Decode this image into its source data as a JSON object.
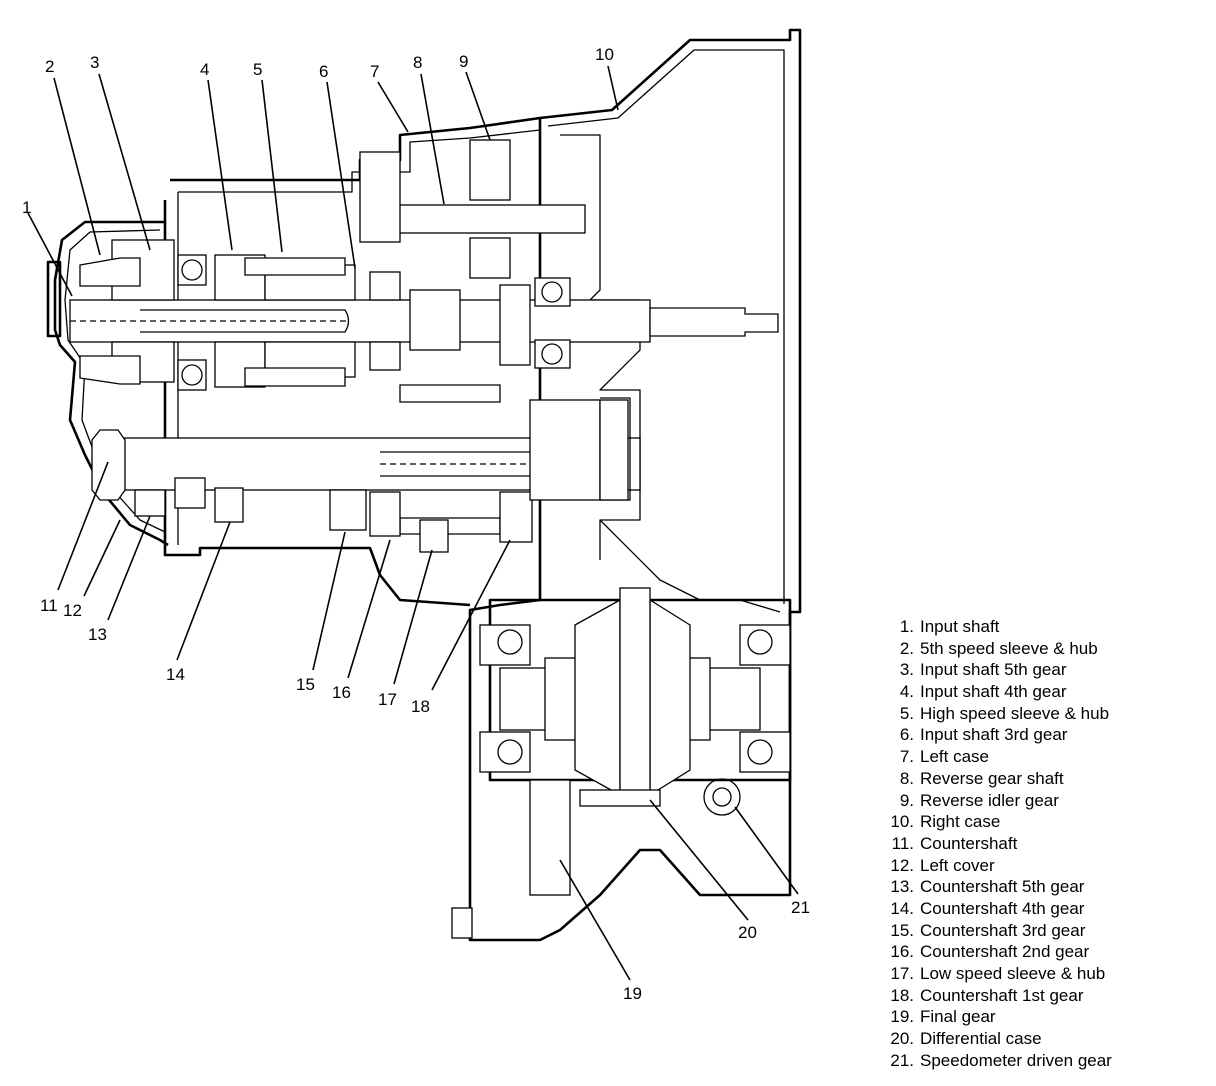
{
  "callouts": [
    "1",
    "2",
    "3",
    "4",
    "5",
    "6",
    "7",
    "8",
    "9",
    "10",
    "11",
    "12",
    "13",
    "14",
    "15",
    "16",
    "17",
    "18",
    "19",
    "20",
    "21"
  ],
  "legend": [
    {
      "num": "1.",
      "text": "Input shaft"
    },
    {
      "num": "2.",
      "text": "5th speed sleeve & hub"
    },
    {
      "num": "3.",
      "text": "Input shaft 5th gear"
    },
    {
      "num": "4.",
      "text": "Input shaft 4th gear"
    },
    {
      "num": "5.",
      "text": "High speed sleeve & hub"
    },
    {
      "num": "6.",
      "text": "Input shaft 3rd gear"
    },
    {
      "num": "7.",
      "text": "Left case"
    },
    {
      "num": "8.",
      "text": "Reverse gear shaft"
    },
    {
      "num": "9.",
      "text": "Reverse idler gear"
    },
    {
      "num": "10.",
      "text": "Right case"
    },
    {
      "num": "11.",
      "text": "Countershaft"
    },
    {
      "num": "12.",
      "text": "Left cover"
    },
    {
      "num": "13.",
      "text": "Countershaft 5th gear"
    },
    {
      "num": "14.",
      "text": "Countershaft 4th gear"
    },
    {
      "num": "15.",
      "text": "Countershaft 3rd gear"
    },
    {
      "num": "16.",
      "text": "Countershaft 2nd gear"
    },
    {
      "num": "17.",
      "text": "Low speed sleeve & hub"
    },
    {
      "num": "18.",
      "text": "Countershaft 1st gear"
    },
    {
      "num": "19.",
      "text": "Final gear"
    },
    {
      "num": "20.",
      "text": "Differential case"
    },
    {
      "num": "21.",
      "text": "Speedometer driven gear"
    }
  ]
}
